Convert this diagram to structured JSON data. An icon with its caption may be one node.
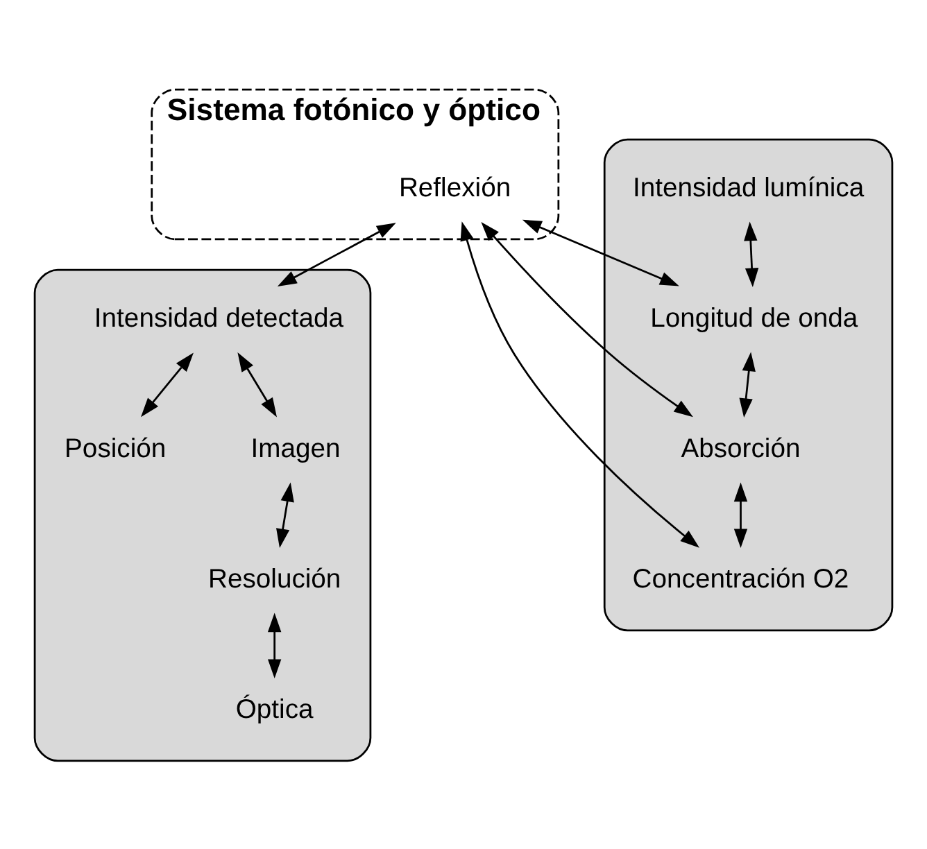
{
  "diagram": {
    "nodes": [
      {
        "text": [
          "Sistema fotónico y óptico"
        ]
      },
      {
        "text": [
          "Reflexión"
        ],
        "in": 0
      },
      {
        "text": [],
        "shape": "box"
      },
      {
        "text": [
          "Intensidad lumínica"
        ],
        "in": 2
      },
      {
        "text": [
          "Longitud de onda"
        ],
        "in": 2
      },
      {
        "text": [
          "Absorción"
        ],
        "in": 2
      },
      {
        "text": [
          "Concentración O2"
        ],
        "in": 2
      },
      {
        "text": [],
        "shape": "box"
      },
      {
        "text": [
          "Intensidad detectada"
        ],
        "in": 7
      },
      {
        "text": [
          "Posición"
        ],
        "in": 7
      },
      {
        "text": [
          "Imagen"
        ],
        "in": 7
      },
      {
        "text": [
          "Resolución"
        ],
        "in": 7
      },
      {
        "text": [
          "Óptica"
        ],
        "in": 7
      }
    ],
    "edges": [
      {
        "from": 1,
        "to": 4,
        "arrow": "both"
      },
      {
        "from": 1,
        "to": 5,
        "arrow": "both"
      },
      {
        "from": 1,
        "to": 6,
        "arrow": "both"
      },
      {
        "from": 1,
        "to": 8,
        "arrow": "both"
      },
      {
        "from": 3,
        "to": 4,
        "arrow": "both"
      },
      {
        "from": 4,
        "to": 5,
        "arrow": "both"
      },
      {
        "from": 5,
        "to": 6,
        "arrow": "both"
      },
      {
        "from": 8,
        "to": 9,
        "arrow": "both"
      },
      {
        "from": 8,
        "to": 10,
        "arrow": "both"
      },
      {
        "from": 10,
        "to": 11,
        "arrow": "both"
      },
      {
        "from": 11,
        "to": 12,
        "arrow": "both"
      }
    ]
  }
}
